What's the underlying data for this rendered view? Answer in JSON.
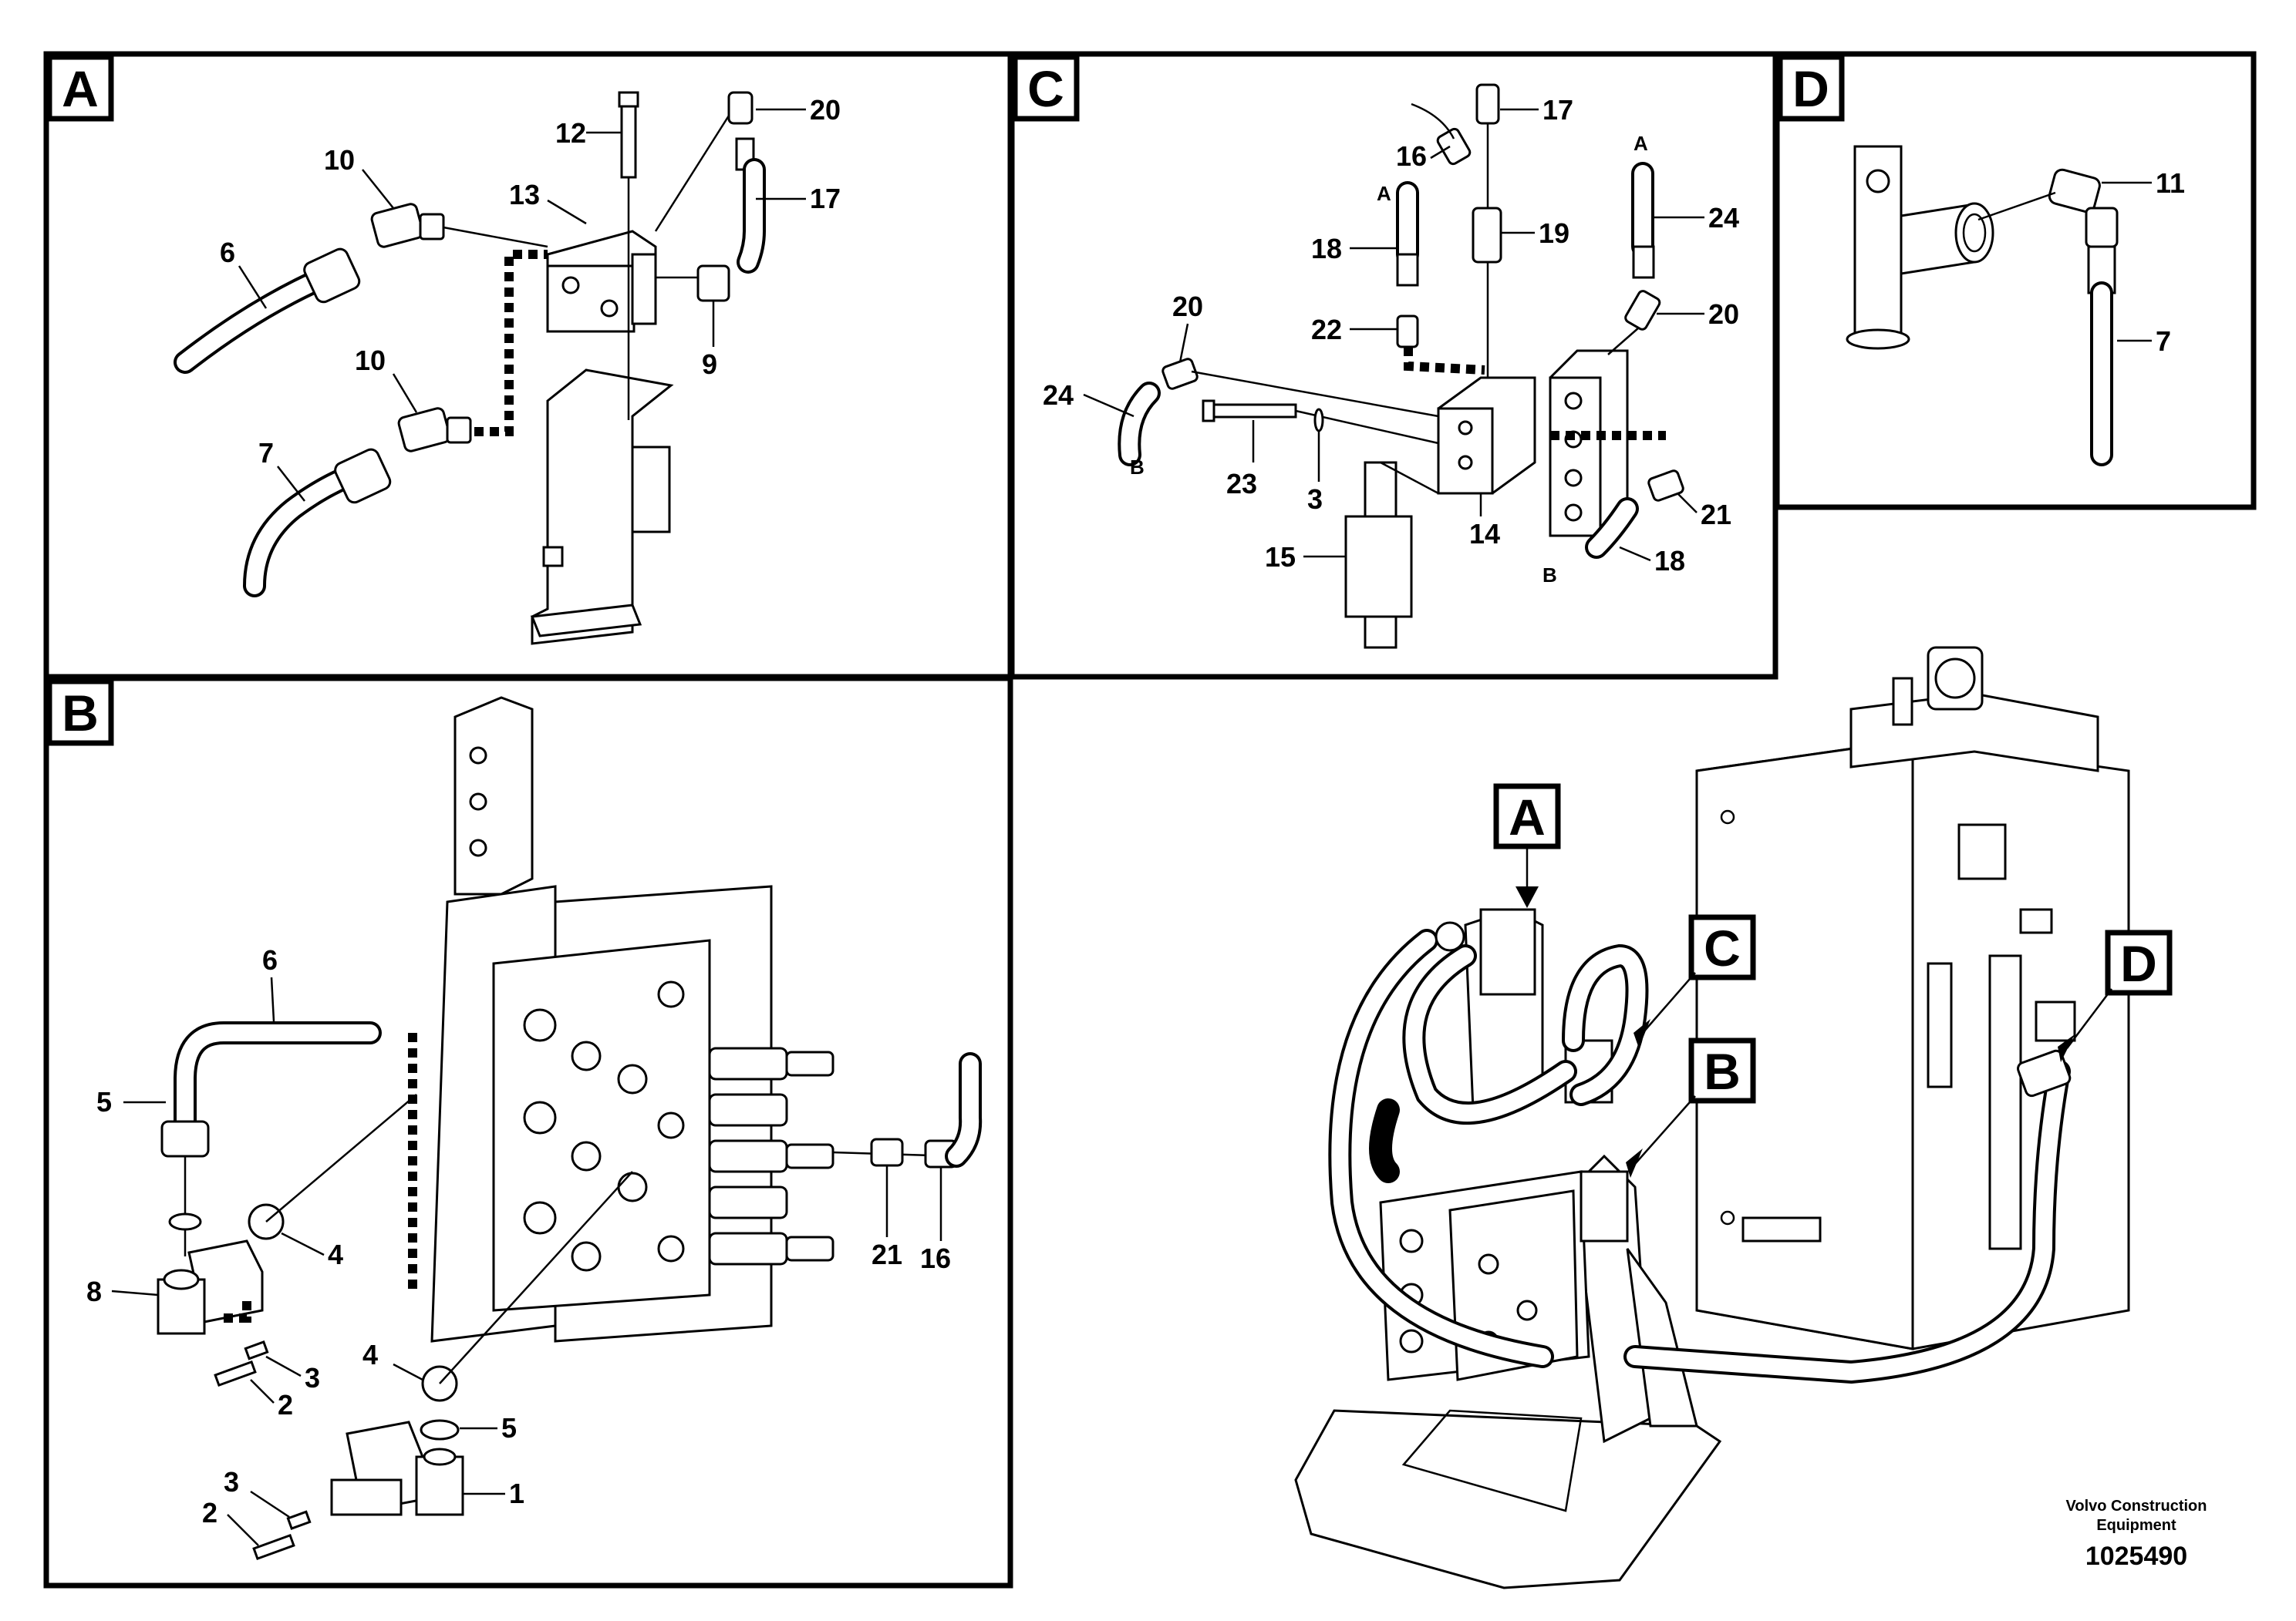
{
  "panels": {
    "A": {
      "tag": "A",
      "labels": [
        "12",
        "20",
        "10",
        "13",
        "17",
        "6",
        "9",
        "10",
        "7"
      ]
    },
    "B": {
      "tag": "B",
      "labels": [
        "6",
        "5",
        "4",
        "8",
        "3",
        "2",
        "4",
        "5",
        "3",
        "2",
        "1",
        "21",
        "16"
      ]
    },
    "C": {
      "tag": "C",
      "labels": [
        "17",
        "16",
        "A",
        "A",
        "24",
        "18",
        "19",
        "20",
        "22",
        "20",
        "24",
        "B",
        "23",
        "3",
        "14",
        "21",
        "15",
        "B",
        "18"
      ]
    },
    "D": {
      "tag": "D",
      "labels": [
        "11",
        "7"
      ]
    }
  },
  "overview": {
    "tags": [
      "A",
      "C",
      "D",
      "B"
    ]
  },
  "footer": {
    "company_line1": "Volvo Construction",
    "company_line2": "Equipment",
    "drawing_number": "1025490"
  }
}
